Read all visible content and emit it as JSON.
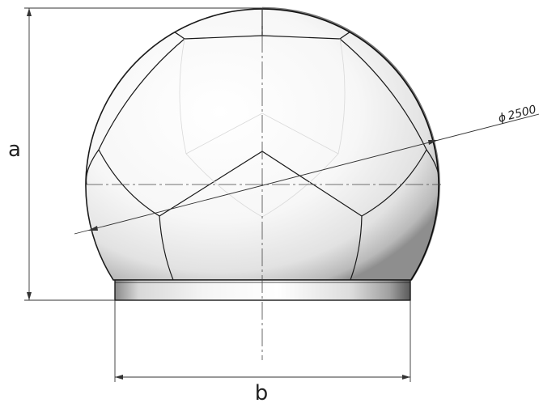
{
  "dimensions": {
    "height_label": "a",
    "width_label": "b",
    "diameter_label": "2500",
    "diameter_symbol": "ϕ"
  },
  "colors": {
    "line": "#1a1a1a",
    "dim_line": "#333333",
    "center_line": "#444444",
    "dome_light": "#ffffff",
    "dome_shadow": "#bdbdbd",
    "base_dark": "#6e6e6e"
  }
}
